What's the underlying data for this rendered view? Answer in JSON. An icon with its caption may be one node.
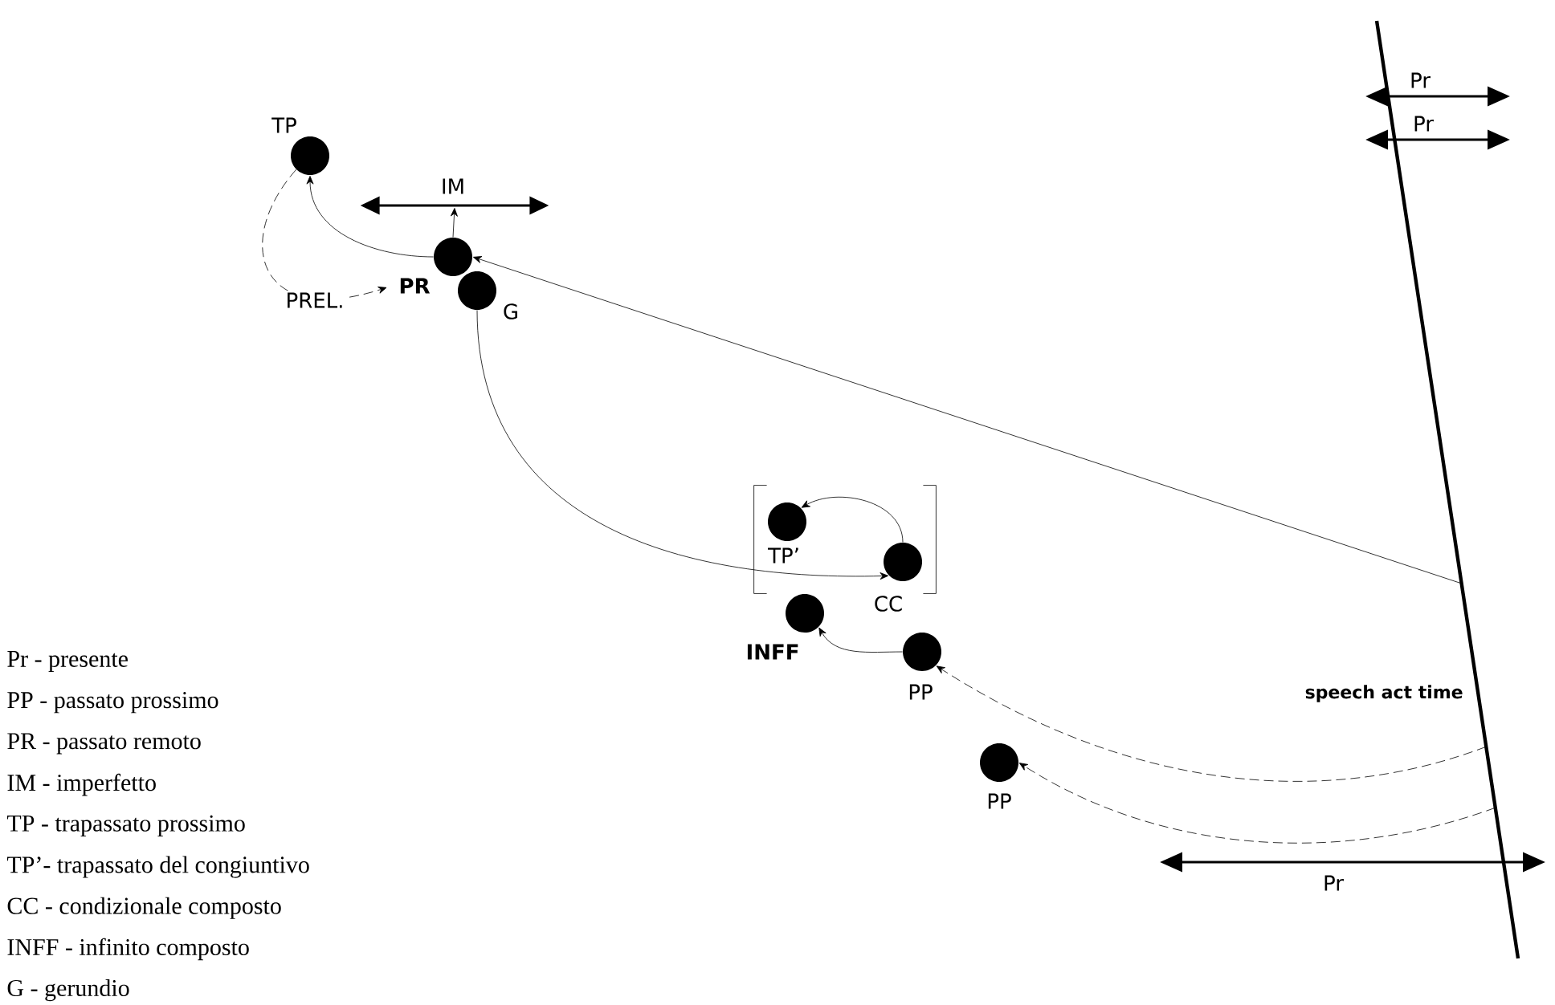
{
  "diagram": {
    "nodes": [
      {
        "text": [],
        "shape": "circle",
        "beside": [
          "TP"
        ]
      },
      {
        "text": [],
        "shape": "circle",
        "beside": [
          "PR"
        ]
      },
      {
        "text": [],
        "shape": "circle",
        "beside": [
          "G"
        ]
      },
      {
        "text": [],
        "shape": "bracket"
      },
      {
        "text": [],
        "shape": "circle",
        "beside": [
          "TP’"
        ],
        "in": 3
      },
      {
        "text": [],
        "shape": "circle",
        "beside": [
          "CC"
        ],
        "in": 3
      },
      {
        "text": [],
        "shape": "circle",
        "beside": [
          "INFF"
        ]
      },
      {
        "text": [],
        "shape": "circle",
        "beside": [
          "PP"
        ]
      },
      {
        "text": [],
        "shape": "circle",
        "beside": [
          "PP"
        ]
      },
      {
        "text": [],
        "shape": "line",
        "beside": [
          "speech act time"
        ]
      },
      {
        "text": [],
        "shape": "bar",
        "beside": [
          "IM"
        ]
      }
    ],
    "edges": [
      {
        "from": 1,
        "to": 0,
        "arrow": "to"
      },
      {
        "from": 1,
        "to": 10,
        "arrow": "to"
      },
      {
        "from": 0,
        "to": 1,
        "arrow": "to",
        "style": "dashed",
        "label": "PREL."
      },
      {
        "from": 9,
        "to": 1,
        "arrow": "to"
      },
      {
        "from": 2,
        "to": 5,
        "arrow": "to"
      },
      {
        "from": 5,
        "to": 4,
        "arrow": "to"
      },
      {
        "from": 7,
        "to": 6,
        "arrow": "to"
      },
      {
        "from": 9,
        "to": 7,
        "arrow": "to",
        "style": "dashed"
      },
      {
        "from": 9,
        "to": 8,
        "arrow": "to",
        "style": "dashed"
      }
    ],
    "labels": [
      "Pr",
      "Pr",
      "Pr",
      "Pr - presente",
      "PP - passato prossimo",
      "PR - passato remoto",
      "IM - imperfetto",
      "TP - trapassato prossimo",
      "TP’- trapassato del congiuntivo",
      "CC - condizionale composto",
      "INFF - infinito composto",
      "G - gerundio"
    ]
  }
}
